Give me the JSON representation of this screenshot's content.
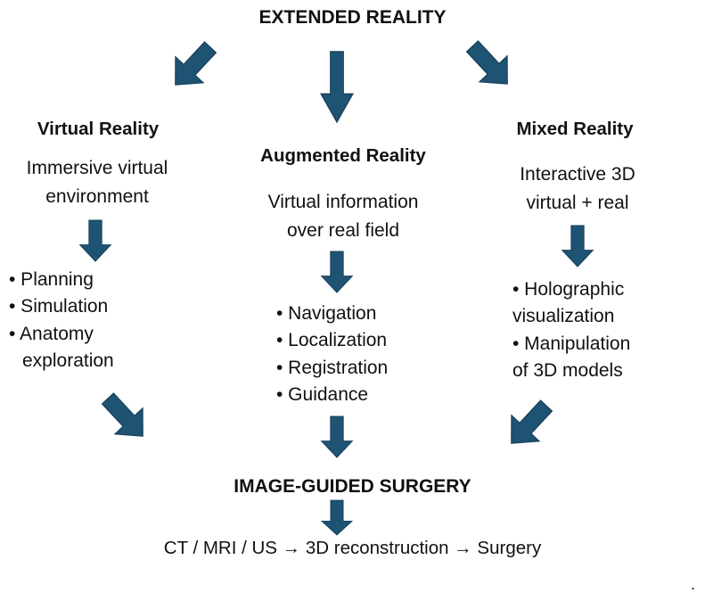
{
  "diagram": {
    "top_title": "EXTENDED REALITY",
    "columns": {
      "vr": {
        "heading": "Virtual Reality",
        "description": [
          "Immersive virtual",
          "environment"
        ],
        "bullets": [
          "• Planning",
          "• Simulation",
          "• Anatomy",
          "exploration"
        ]
      },
      "ar": {
        "heading": "Augmented Reality",
        "description": [
          "Virtual information",
          "over real field"
        ],
        "bullets": [
          "• Navigation",
          "• Localization",
          "• Registration",
          "• Guidance"
        ]
      },
      "mr": {
        "heading": "Mixed Reality",
        "description": [
          "Interactive 3D",
          "virtual + real"
        ],
        "bullets": [
          "• Holographic",
          "visualization",
          "• Manipulation",
          "of 3D models"
        ]
      }
    },
    "bottom_title": "IMAGE-GUIDED SURGERY",
    "pipeline": "CT / MRI / US → 3D reconstruction → Surgery",
    "trailing_mark": ".",
    "arrow_color": "#1f5373"
  }
}
